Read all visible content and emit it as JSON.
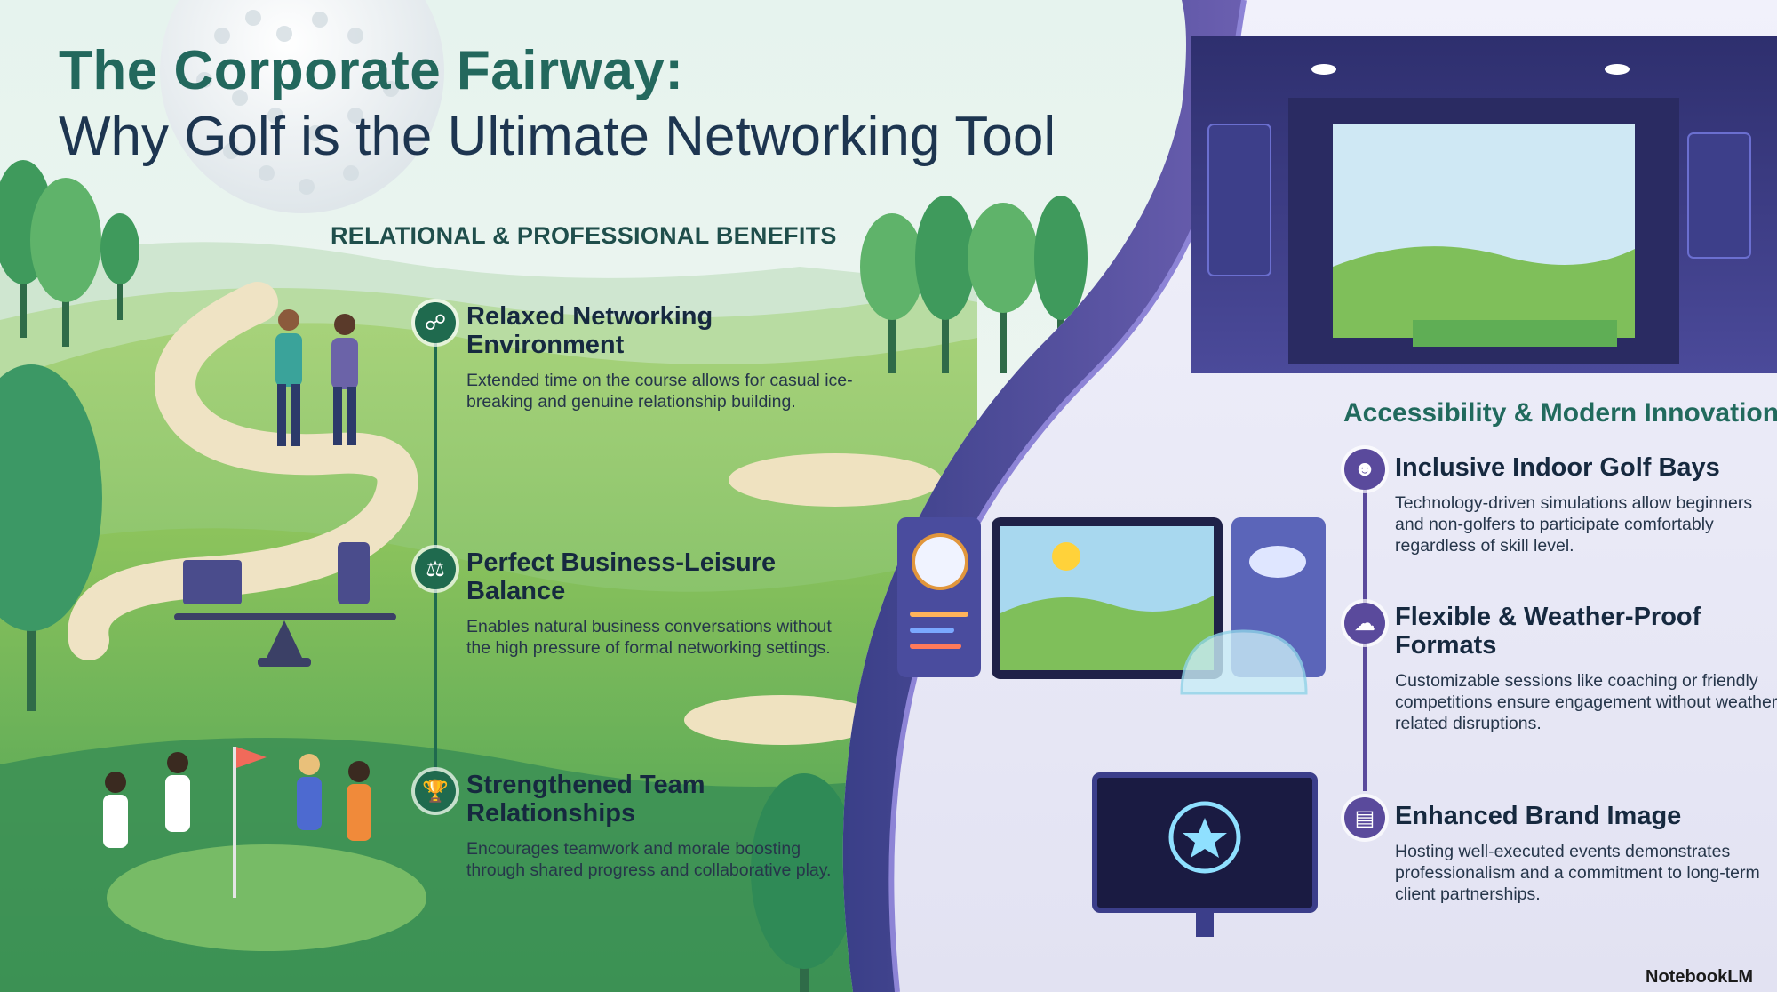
{
  "header": {
    "title_line1": "The Corporate Fairway:",
    "title_line2": "Why Golf is the Ultimate Networking Tool"
  },
  "left_section": {
    "heading": "RELATIONAL & PROFESSIONAL BENEFITS",
    "items": [
      {
        "icon": "handshake-icon",
        "title": "Relaxed Networking Environment",
        "text": "Extended time on the course allows for casual ice-breaking and genuine relationship building."
      },
      {
        "icon": "scale-icon",
        "title": "Perfect Business-Leisure Balance",
        "text": "Enables natural business conversations without the high pressure of formal networking settings."
      },
      {
        "icon": "trophy-icon",
        "title": "Strengthened Team Relationships",
        "text": "Encourages teamwork and morale boosting through shared progress and collaborative play."
      }
    ]
  },
  "right_section": {
    "heading": "Accessibility & Modern Innovation",
    "items": [
      {
        "icon": "people-group-icon",
        "title": "Inclusive Indoor Golf Bays",
        "text": "Technology-driven simulations allow beginners and non-golfers to participate comfortably regardless of skill level."
      },
      {
        "icon": "cloud-rain-icon",
        "title": "Flexible & Weather-Proof Formats",
        "text": "Customizable sessions like coaching or friendly competitions ensure engagement without weather-related disruptions."
      },
      {
        "icon": "id-card-icon",
        "title": "Enhanced Brand Image",
        "text": "Hosting well-executed events demonstrates professionalism and a commitment to long-term client partnerships."
      }
    ]
  },
  "footer": {
    "brand": "NotebookLM"
  },
  "colors": {
    "title_green": "#23685d",
    "title_navy": "#1d3550",
    "icon_green": "#1f6a4e",
    "icon_purple": "#5a4a9c",
    "grass": "#8cc35a",
    "wall_purple": "#6b5fb0"
  }
}
